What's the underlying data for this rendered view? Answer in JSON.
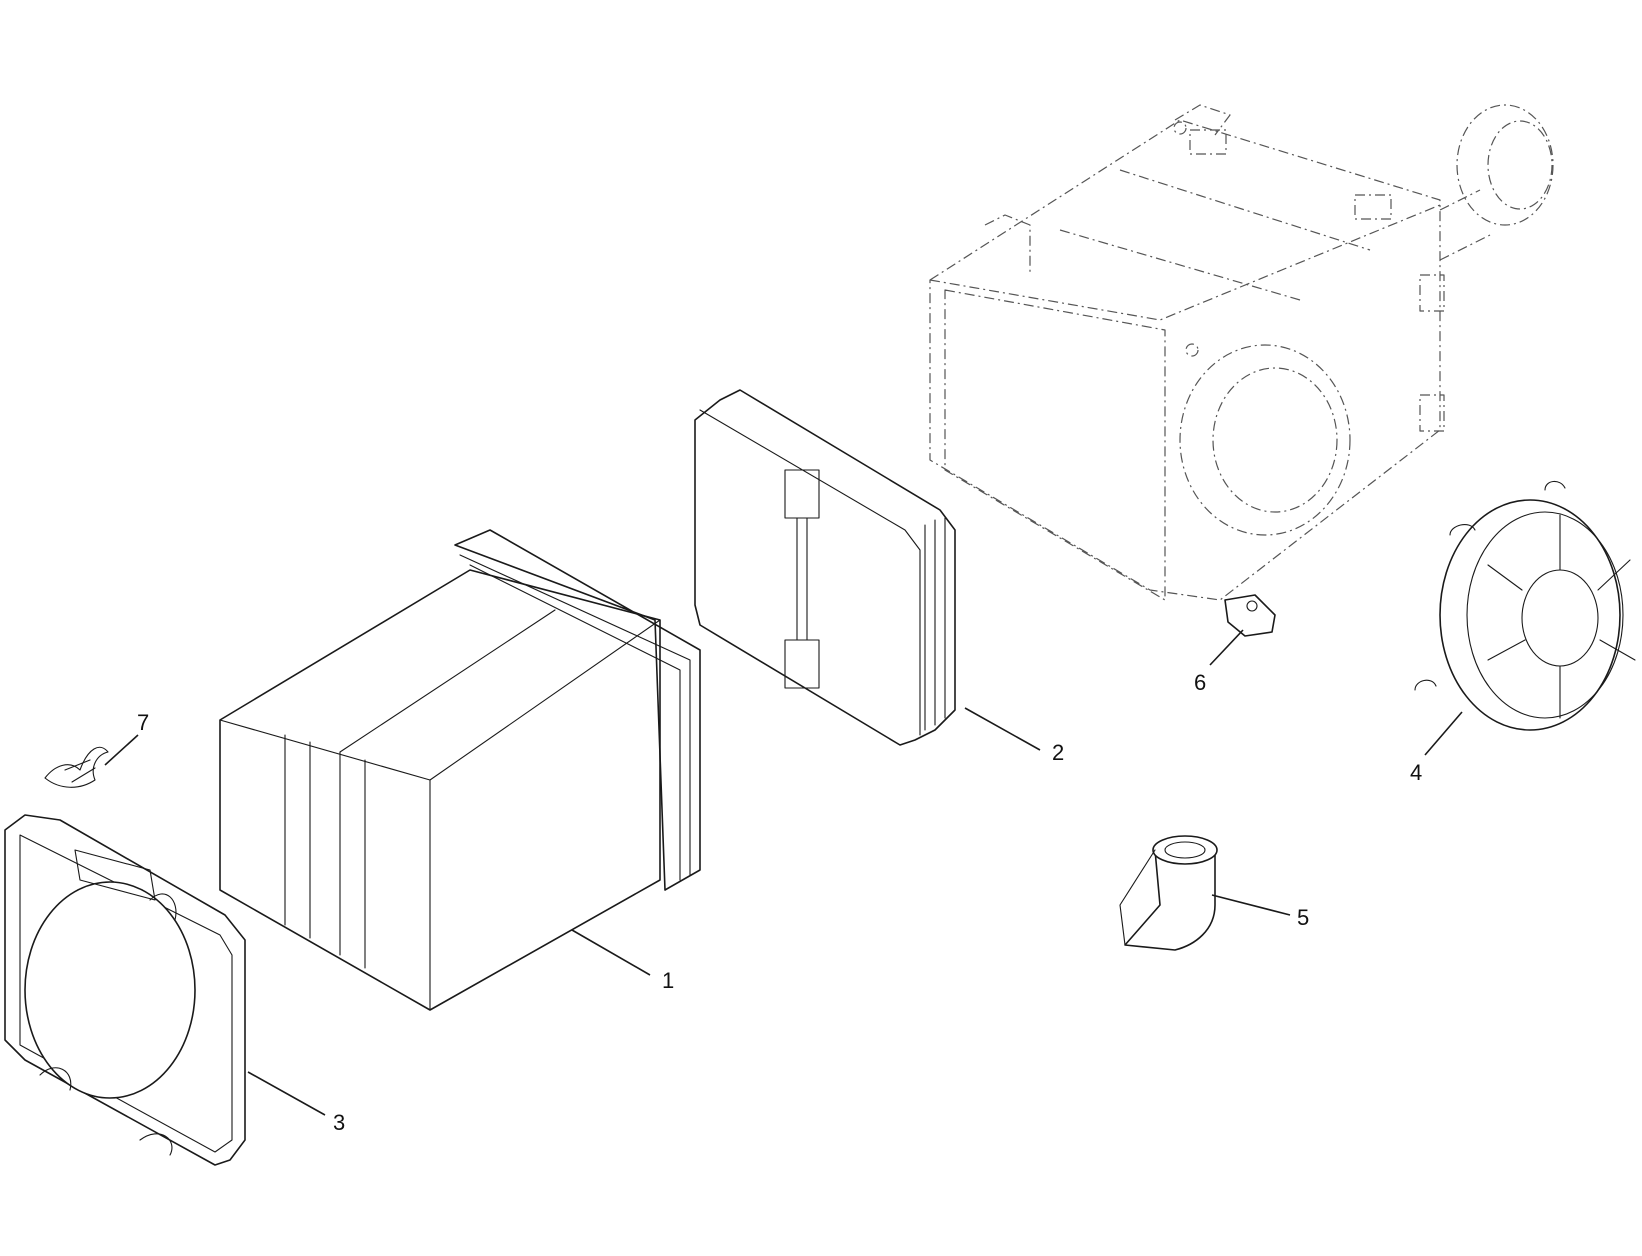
{
  "diagram": {
    "callouts": [
      {
        "id": "1",
        "label": "1"
      },
      {
        "id": "2",
        "label": "2"
      },
      {
        "id": "3",
        "label": "3"
      },
      {
        "id": "4",
        "label": "4"
      },
      {
        "id": "5",
        "label": "5"
      },
      {
        "id": "6",
        "label": "6"
      },
      {
        "id": "7",
        "label": "7"
      }
    ],
    "colors": {
      "line": "#1a1a1a",
      "ghost_line": "#555555",
      "background": "#ffffff"
    }
  }
}
